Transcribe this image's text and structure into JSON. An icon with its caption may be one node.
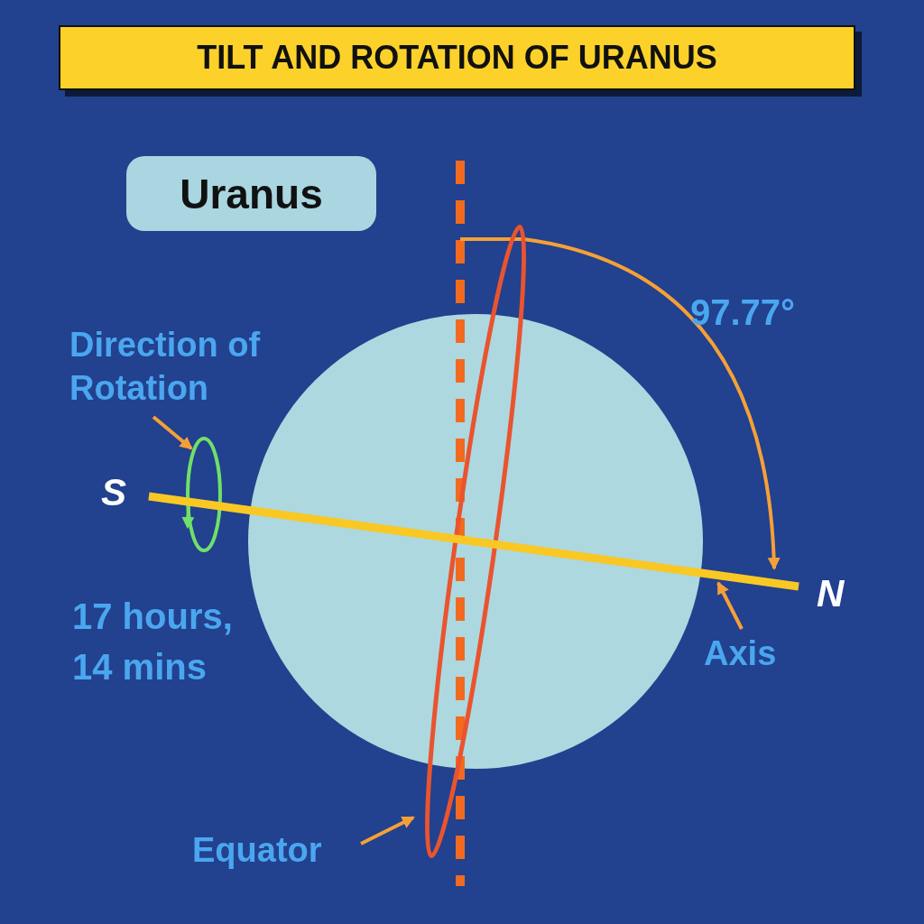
{
  "diagram": {
    "title": "TILT AND ROTATION OF URANUS",
    "nodes": [
      {
        "text": [
          "Uranus"
        ]
      },
      {
        "text": [
          "Direction of Rotation"
        ]
      },
      {
        "text": [],
        "shape": "ellipse"
      },
      {
        "text": [
          "Equator"
        ]
      },
      {
        "text": [],
        "shape": "ellipse"
      },
      {
        "text": [
          "Axis"
        ]
      },
      {
        "text": [],
        "shape": "line"
      }
    ],
    "edges": [
      {
        "from": 1,
        "to": 2,
        "arrow": "to"
      },
      {
        "from": 3,
        "to": 4,
        "arrow": "to"
      },
      {
        "from": 5,
        "to": 6,
        "arrow": "to"
      }
    ],
    "labels": [
      "97.77°",
      "S",
      "N",
      "17 hours, 14 mins"
    ]
  }
}
